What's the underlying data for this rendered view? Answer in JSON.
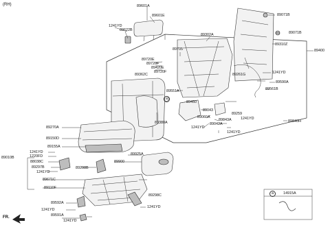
{
  "header": {
    "side": "(RH)",
    "direction": "FR."
  },
  "callout": {
    "marker": "a",
    "part": "14915A"
  },
  "labels": {
    "p89601A": "89601A",
    "p89601E": "89601E",
    "p1241YD_a": "1241YD",
    "p89622B": "89622B",
    "p89705": "89705",
    "p89302A": "89302A",
    "p89071B_a": "89071B",
    "p89071B_b": "89071B",
    "p89310Z": "89310Z",
    "p89400": "89400",
    "p89720E": "89720E",
    "p89720F_a": "89720F",
    "p89420E": "89420E",
    "p89720F_b": "89720F",
    "p89362C": "89362C",
    "p1241YD_b": "1241YD",
    "p89261G": "89261G",
    "p89590A": "89590A",
    "p89561B": "89561B",
    "p89551A": "89551A",
    "p89450": "89450",
    "p89043": "89043",
    "p89060A": "89060A",
    "p89843A": "89843A",
    "p1241YD_c": "1241YD",
    "p89042A": "89042A",
    "p1241YD_d": "1241YD",
    "p89259": "89259",
    "p1241YD_e": "1241YD",
    "p89840H": "89840H",
    "p89380A": "89380A",
    "p89270A": "89270A",
    "p89150D": "89150D",
    "p89155A": "89155A",
    "p1241YD_f": "1241YD",
    "p1220FD": "1220FD",
    "p88038C": "88038C",
    "p89010B": "89010B",
    "p89297B": "89297B",
    "p1241YD_g": "1241YD",
    "p89298B": "89298B",
    "p89925A": "89925A",
    "p89900": "89900",
    "p89671C": "89671C",
    "p89110F": "89110F",
    "p89298C": "89298C",
    "p89592A": "89592A",
    "p1241YD_h": "1241YD",
    "p1241YD_i": "1241YD",
    "p89591A": "89591A",
    "p1241YD_j": "1241YD"
  }
}
